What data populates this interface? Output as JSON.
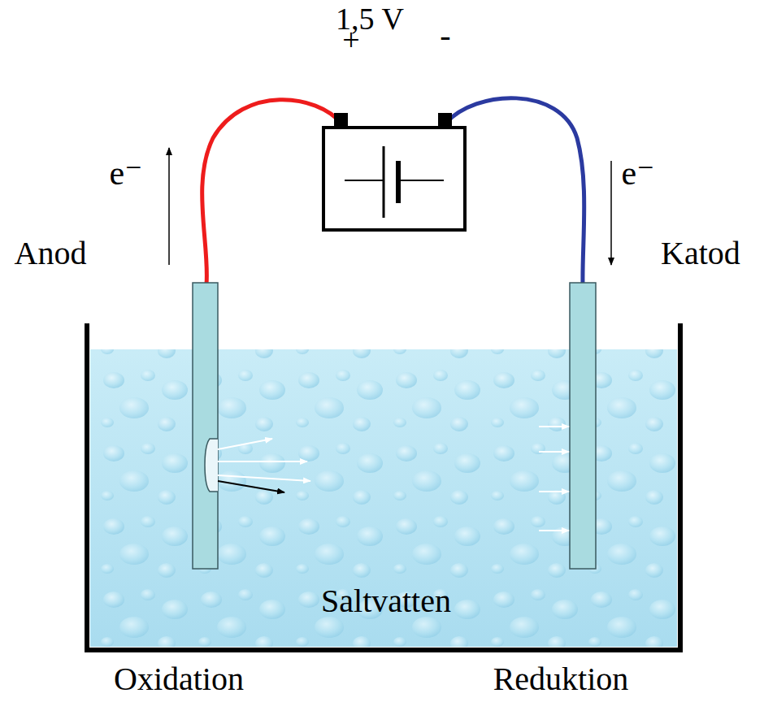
{
  "diagram": {
    "labels": [
      "1,5 V",
      "+",
      "-",
      "e⁻",
      "Anod",
      "e⁻",
      "Katod",
      "Saltvatten",
      "Oxidation",
      "Reduktion"
    ]
  }
}
